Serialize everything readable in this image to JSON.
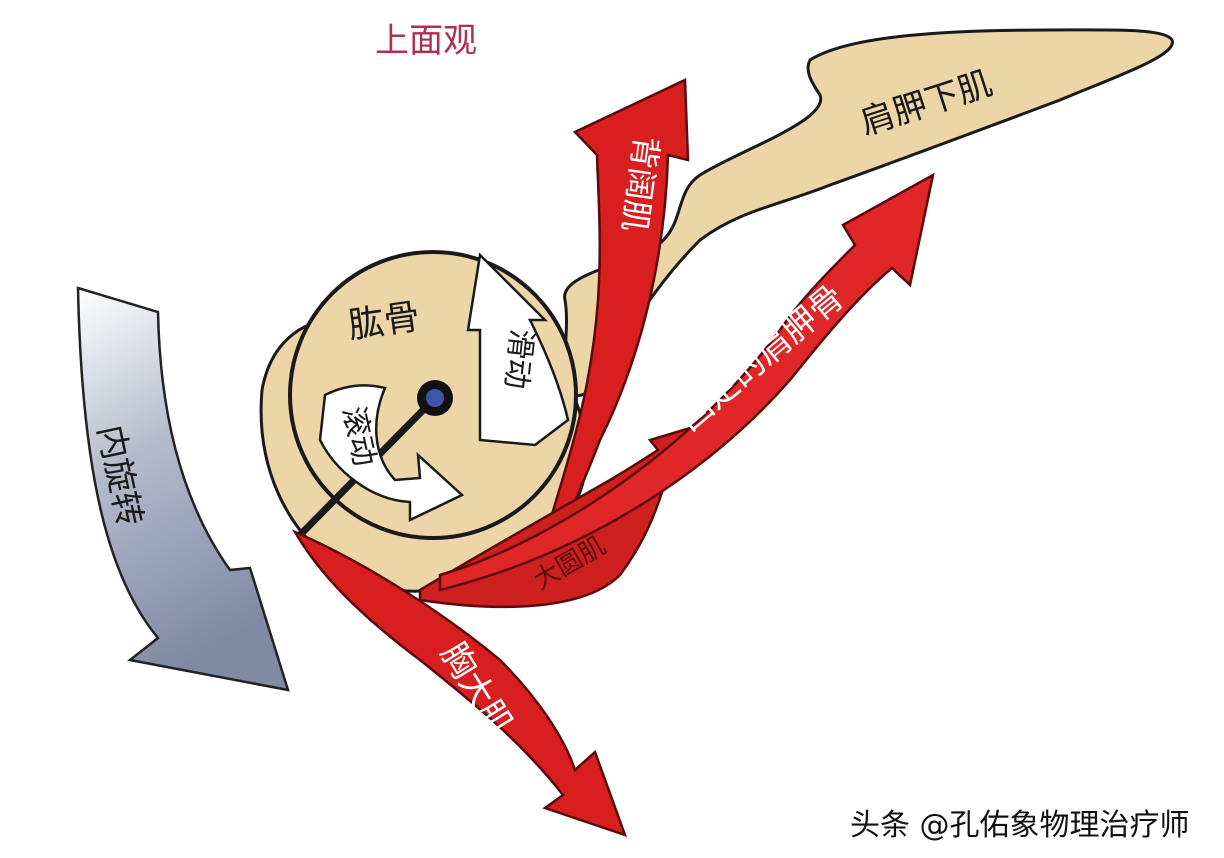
{
  "title": "上面观",
  "labels": {
    "humerus": "肱骨",
    "glide": "滑动",
    "roll": "滚动",
    "internal_rotation": "内旋转",
    "subscapularis": "肩胛下肌",
    "latissimus_dorsi": "背阔肌",
    "fixed_scapula": "固定的肩胛骨",
    "teres_major": "大圆肌",
    "pectoralis_major": "胸大肌"
  },
  "watermark": "头条 @孔佑象物理治疗师",
  "colors": {
    "bone": "#ecd6a8",
    "muscle": "#d81e1e",
    "title": "#b0304f",
    "rotation_arrow": "#8c98b2"
  }
}
